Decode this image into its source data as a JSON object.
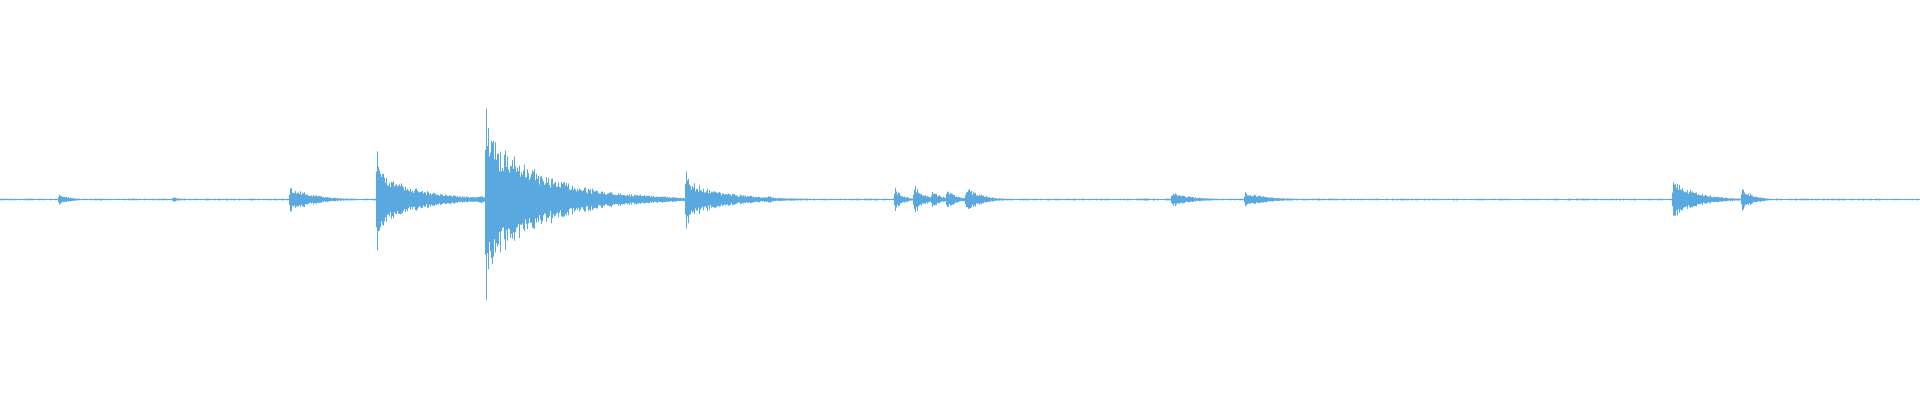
{
  "waveform": {
    "color": "#5aa8e0",
    "duration_fraction_axis": "normalized",
    "noise_floor_amplitude": 0.006,
    "transients": [
      {
        "t": 0.0305,
        "peak": 0.04,
        "decay": 0.006
      },
      {
        "t": 0.09,
        "peak": 0.02,
        "decay": 0.004
      },
      {
        "t": 0.151,
        "peak": 0.1,
        "decay": 0.012
      },
      {
        "t": 0.196,
        "peak": 0.5,
        "decay": 0.004
      },
      {
        "t": 0.1975,
        "peak": 0.22,
        "decay": 0.02
      },
      {
        "t": 0.234,
        "peak": 0.03,
        "decay": 0.004
      },
      {
        "t": 0.249,
        "peak": 0.04,
        "decay": 0.004
      },
      {
        "t": 0.253,
        "peak": 0.95,
        "decay": 0.003
      },
      {
        "t": 0.2545,
        "peak": 0.5,
        "decay": 0.03
      },
      {
        "t": 0.314,
        "peak": 0.04,
        "decay": 0.004
      },
      {
        "t": 0.357,
        "peak": 0.26,
        "decay": 0.004
      },
      {
        "t": 0.3585,
        "peak": 0.14,
        "decay": 0.02
      },
      {
        "t": 0.385,
        "peak": 0.03,
        "decay": 0.004
      },
      {
        "t": 0.4,
        "peak": 0.03,
        "decay": 0.004
      },
      {
        "t": 0.466,
        "peak": 0.09,
        "decay": 0.004
      },
      {
        "t": 0.476,
        "peak": 0.12,
        "decay": 0.005
      },
      {
        "t": 0.485,
        "peak": 0.07,
        "decay": 0.005
      },
      {
        "t": 0.493,
        "peak": 0.08,
        "decay": 0.005
      },
      {
        "t": 0.503,
        "peak": 0.1,
        "decay": 0.008
      },
      {
        "t": 0.596,
        "peak": 0.01,
        "decay": 0.004
      },
      {
        "t": 0.61,
        "peak": 0.06,
        "decay": 0.01
      },
      {
        "t": 0.648,
        "peak": 0.06,
        "decay": 0.012
      },
      {
        "t": 0.823,
        "peak": 0.01,
        "decay": 0.004
      },
      {
        "t": 0.871,
        "peak": 0.16,
        "decay": 0.012
      },
      {
        "t": 0.907,
        "peak": 0.09,
        "decay": 0.006
      }
    ]
  }
}
